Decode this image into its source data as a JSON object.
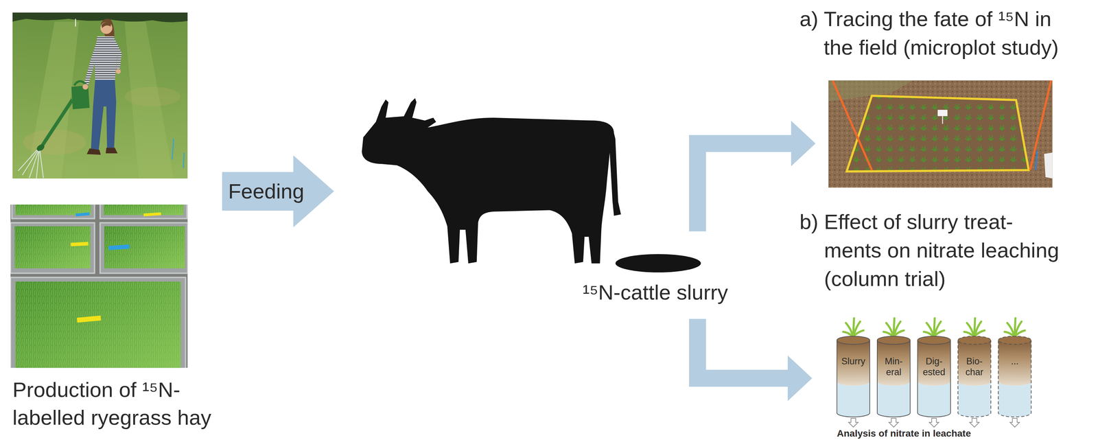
{
  "diagram": {
    "nodes": [
      {
        "text": [
          "Production of ¹⁵N-labelled ryegrass hay"
        ]
      },
      {
        "text": [
          "¹⁵N-cattle slurry"
        ]
      },
      {
        "text": [
          "a) Tracing the fate of ¹⁵N in the field (microplot study)"
        ]
      },
      {
        "text": [
          "b) Effect of slurry treat- ments on nitrate leaching (column trial)"
        ]
      },
      {
        "text": [
          "Slurry"
        ],
        "in": 3
      },
      {
        "text": [
          "Min- eral"
        ],
        "in": 3
      },
      {
        "text": [
          "Dig- ested"
        ],
        "in": 3
      },
      {
        "text": [
          "Bio- char"
        ],
        "in": 3
      },
      {
        "text": [
          "..."
        ],
        "in": 3
      }
    ],
    "edges": [
      {
        "from": 0,
        "to": 1,
        "arrow": "to",
        "label": "Feeding"
      },
      {
        "from": 1,
        "to": 2,
        "arrow": "to"
      },
      {
        "from": 1,
        "to": 3,
        "arrow": "to"
      }
    ],
    "labels": [
      "Analysis of nitrate in leachate"
    ]
  }
}
